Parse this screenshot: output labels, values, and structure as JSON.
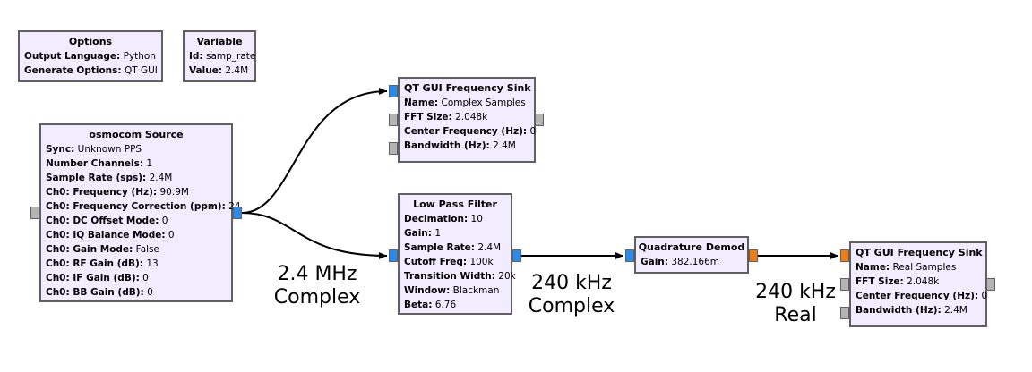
{
  "blocks": {
    "options": {
      "title": "Options",
      "params": [
        {
          "key": "Output Language:",
          "value": "Python"
        },
        {
          "key": "Generate Options:",
          "value": "QT GUI"
        }
      ]
    },
    "variable": {
      "title": "Variable",
      "params": [
        {
          "key": "Id:",
          "value": "samp_rate"
        },
        {
          "key": "Value:",
          "value": "2.4M"
        }
      ]
    },
    "osmocom_source": {
      "title": "osmocom Source",
      "params": [
        {
          "key": "Sync:",
          "value": "Unknown PPS"
        },
        {
          "key": "Number Channels:",
          "value": "1"
        },
        {
          "key": "Sample Rate (sps):",
          "value": "2.4M"
        },
        {
          "key": "Ch0: Frequency (Hz):",
          "value": "90.9M"
        },
        {
          "key": "Ch0: Frequency Correction (ppm):",
          "value": "24"
        },
        {
          "key": "Ch0: DC Offset Mode:",
          "value": "0"
        },
        {
          "key": "Ch0: IQ Balance Mode:",
          "value": "0"
        },
        {
          "key": "Ch0: Gain Mode:",
          "value": "False"
        },
        {
          "key": "Ch0: RF Gain (dB):",
          "value": "13"
        },
        {
          "key": "Ch0: IF Gain (dB):",
          "value": "0"
        },
        {
          "key": "Ch0: BB Gain (dB):",
          "value": "0"
        }
      ]
    },
    "freq_sink_complex": {
      "title": "QT GUI Frequency Sink",
      "params": [
        {
          "key": "Name:",
          "value": "Complex Samples"
        },
        {
          "key": "FFT Size:",
          "value": "2.048k"
        },
        {
          "key": "Center Frequency (Hz):",
          "value": "0"
        },
        {
          "key": "Bandwidth (Hz):",
          "value": "2.4M"
        }
      ]
    },
    "low_pass_filter": {
      "title": "Low Pass Filter",
      "params": [
        {
          "key": "Decimation:",
          "value": "10"
        },
        {
          "key": "Gain:",
          "value": "1"
        },
        {
          "key": "Sample Rate:",
          "value": "2.4M"
        },
        {
          "key": "Cutoff Freq:",
          "value": "100k"
        },
        {
          "key": "Transition Width:",
          "value": "20k"
        },
        {
          "key": "Window:",
          "value": "Blackman"
        },
        {
          "key": "Beta:",
          "value": "6.76"
        }
      ]
    },
    "quadrature_demod": {
      "title": "Quadrature Demod",
      "params": [
        {
          "key": "Gain:",
          "value": "382.166m"
        }
      ]
    },
    "freq_sink_real": {
      "title": "QT GUI Frequency Sink",
      "params": [
        {
          "key": "Name:",
          "value": "Real Samples"
        },
        {
          "key": "FFT Size:",
          "value": "2.048k"
        },
        {
          "key": "Center Frequency (Hz):",
          "value": "0"
        },
        {
          "key": "Bandwidth (Hz):",
          "value": "2.4M"
        }
      ]
    }
  },
  "annotations": {
    "source_rate": {
      "line1": "2.4 MHz",
      "line2": "Complex"
    },
    "filtered_rate": {
      "line1": "240 kHz",
      "line2": "Complex"
    },
    "demod_rate": {
      "line1": "240 kHz",
      "line2": "Real"
    }
  },
  "colors": {
    "block_fill": "#f1ecff",
    "block_border": "#606060",
    "port_complex": "#2a8bef",
    "port_float": "#f07d14",
    "port_message": "#b4b4b4",
    "wire": "#000000"
  }
}
